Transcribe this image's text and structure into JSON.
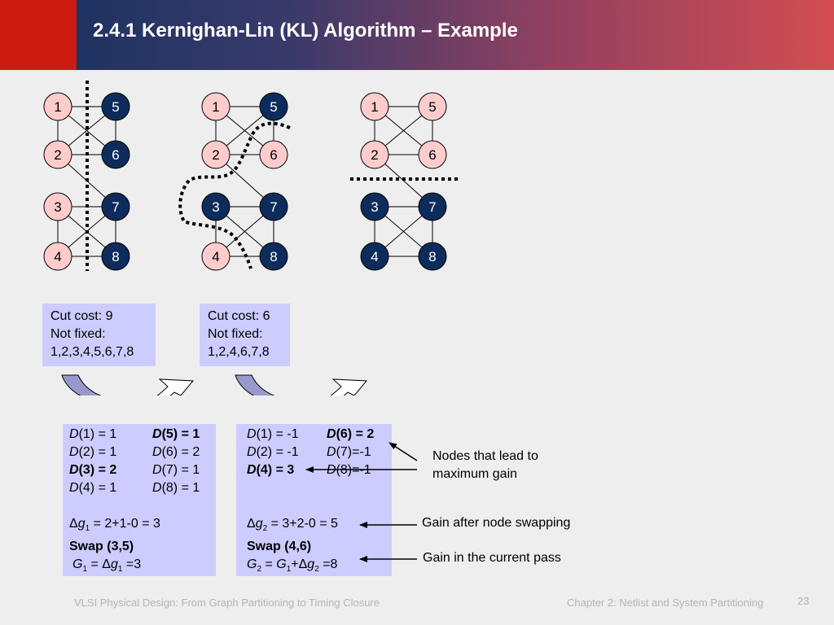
{
  "title": "2.4.1  Kernighan-Lin (KL) Algorithm – Example",
  "graphs": [
    {
      "nodes": [
        "1",
        "2",
        "3",
        "4",
        "5",
        "6",
        "7",
        "8"
      ]
    },
    {
      "nodes": [
        "1",
        "2",
        "3",
        "4",
        "5",
        "6",
        "7",
        "8"
      ]
    },
    {
      "nodes": [
        "1",
        "2",
        "3",
        "4",
        "5",
        "6",
        "7",
        "8"
      ]
    }
  ],
  "colors": {
    "light_node": "#ffcccc",
    "dark_node": "#0d2c5c",
    "box_fill": "#ccccff",
    "arrow_fill": "#9999cc"
  },
  "cut1": {
    "line1": "Cut cost: 9",
    "line2": "Not fixed:",
    "line3": "1,2,3,4,5,6,7,8"
  },
  "cut2": {
    "line1": "Cut cost: 6",
    "line2": "Not fixed:",
    "line3": "1,2,4,6,7,8"
  },
  "pass1": {
    "col_left": [
      {
        "fn": "D",
        "arg": "(1)",
        "rest": " = 1",
        "bold": false
      },
      {
        "fn": "D",
        "arg": "(2)",
        "rest": " = 1",
        "bold": false
      },
      {
        "fn": "D",
        "arg": "(3)",
        "rest": " = 2",
        "bold": true
      },
      {
        "fn": "D",
        "arg": "(4)",
        "rest": " = 1",
        "bold": false
      }
    ],
    "col_right": [
      {
        "fn": "D",
        "arg": "(5)",
        "rest": " = 1",
        "bold": true
      },
      {
        "fn": "D",
        "arg": "(6)",
        "rest": " = 2",
        "bold": false
      },
      {
        "fn": "D",
        "arg": "(7)",
        "rest": " = 1",
        "bold": false
      },
      {
        "fn": "D",
        "arg": "(8)",
        "rest": " = 1",
        "bold": false
      }
    ],
    "gain_prefix": "Δ",
    "gain_var": "g",
    "gain_sub": "1",
    "gain_rest": " = 2+1-0 = 3",
    "swap": "Swap (3,5)",
    "total_var": "G",
    "total_sub": "1",
    "total_mid": " = Δ",
    "total_var2": "g",
    "total_sub2": "1",
    "total_rest": " =3"
  },
  "pass2": {
    "col_left": [
      {
        "fn": "D",
        "arg": "(1)",
        "rest": " = -1",
        "bold": false
      },
      {
        "fn": "D",
        "arg": "(2)",
        "rest": " = -1",
        "bold": false
      },
      {
        "fn": "D",
        "arg": "(4)",
        "rest": " = 3",
        "bold": true
      }
    ],
    "col_right": [
      {
        "fn": "D",
        "arg": "(6)",
        "rest": " = 2",
        "bold": true
      },
      {
        "fn": "D",
        "arg": "(7)",
        "rest": "=-1",
        "bold": false
      },
      {
        "fn": "D",
        "arg": "(8)",
        "rest": "=-1",
        "bold": false
      }
    ],
    "gain_prefix": "Δ",
    "gain_var": "g",
    "gain_sub": "2",
    "gain_rest": " = 3+2-0 = 5",
    "swap": "Swap (4,6)",
    "total_var": "G",
    "total_sub": "2",
    "total_mid": " = ",
    "total_var_b": "G",
    "total_sub_b": "1",
    "total_mid2": "+Δ",
    "total_var2": "g",
    "total_sub2": "2",
    "total_rest": " =8"
  },
  "annotations": {
    "nodes_gain_1": "Nodes that lead to",
    "nodes_gain_2": "maximum gain",
    "gain_after_swap": "Gain after node swapping",
    "gain_current_pass": "Gain in the current pass"
  },
  "footer": {
    "left": "VLSI Physical Design: From Graph Partitioning to Timing Closure",
    "right": "Chapter 2: Netlist and System Partitioning",
    "page": "23"
  }
}
